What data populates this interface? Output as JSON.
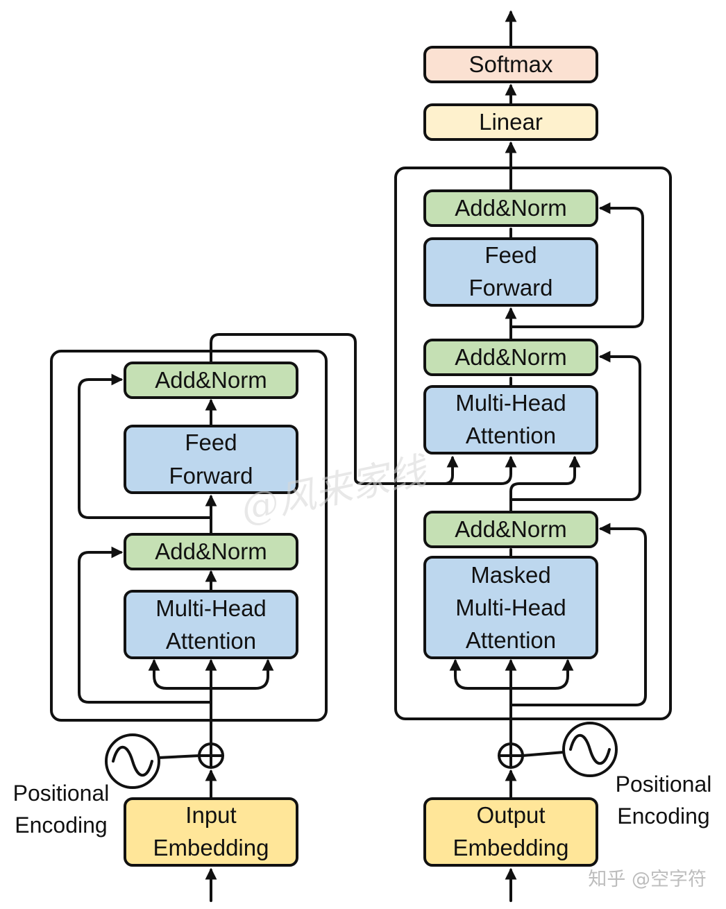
{
  "colors": {
    "softmax": "#FBE1D2",
    "linear": "#FEF1CD",
    "add_norm": "#C5E0B4",
    "sublayer": "#BDD7EE",
    "embedding": "#FFE699",
    "stroke": "#111111"
  },
  "encoder": {
    "add_norm_top": "Add&Norm",
    "feed_forward": [
      "Feed",
      "Forward"
    ],
    "add_norm_bottom": "Add&Norm",
    "attention": [
      "Multi-Head",
      "Attention"
    ],
    "embedding": [
      "Input",
      "Embedding"
    ],
    "positional_encoding": [
      "Positional",
      "Encoding"
    ]
  },
  "decoder": {
    "softmax": "Softmax",
    "linear": "Linear",
    "add_norm_top": "Add&Norm",
    "feed_forward": [
      "Feed",
      "Forward"
    ],
    "add_norm_middle": "Add&Norm",
    "cross_attention": [
      "Multi-Head",
      "Attention"
    ],
    "add_norm_bottom": "Add&Norm",
    "masked_attention": [
      "Masked",
      "Multi-Head",
      "Attention"
    ],
    "embedding": [
      "Output",
      "Embedding"
    ],
    "positional_encoding": [
      "Positional",
      "Encoding"
    ]
  },
  "watermark": {
    "center": "@风来家线",
    "corner": "知乎 @空字符"
  }
}
